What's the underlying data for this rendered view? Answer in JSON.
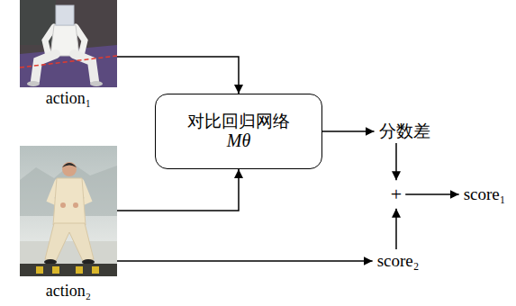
{
  "diagram": {
    "nodes": [
      {
        "text": [
          "action₁"
        ]
      },
      {
        "text": [
          "对比回归网络",
          "Mθ"
        ]
      },
      {
        "text": [
          "分数差"
        ]
      },
      {
        "text": [
          "+"
        ]
      },
      {
        "text": [
          "score₁"
        ]
      },
      {
        "text": [
          "action₂"
        ]
      },
      {
        "text": [
          "score₂"
        ]
      }
    ],
    "edges": [
      {
        "from": 0,
        "to": 1,
        "arrow": "to"
      },
      {
        "from": 5,
        "to": 1,
        "arrow": "to"
      },
      {
        "from": 1,
        "to": 2,
        "arrow": "to"
      },
      {
        "from": 2,
        "to": 3,
        "arrow": "to"
      },
      {
        "from": 6,
        "to": 3,
        "arrow": "to"
      },
      {
        "from": 3,
        "to": 4,
        "arrow": "to"
      },
      {
        "from": 5,
        "to": 6,
        "arrow": "to"
      }
    ]
  }
}
